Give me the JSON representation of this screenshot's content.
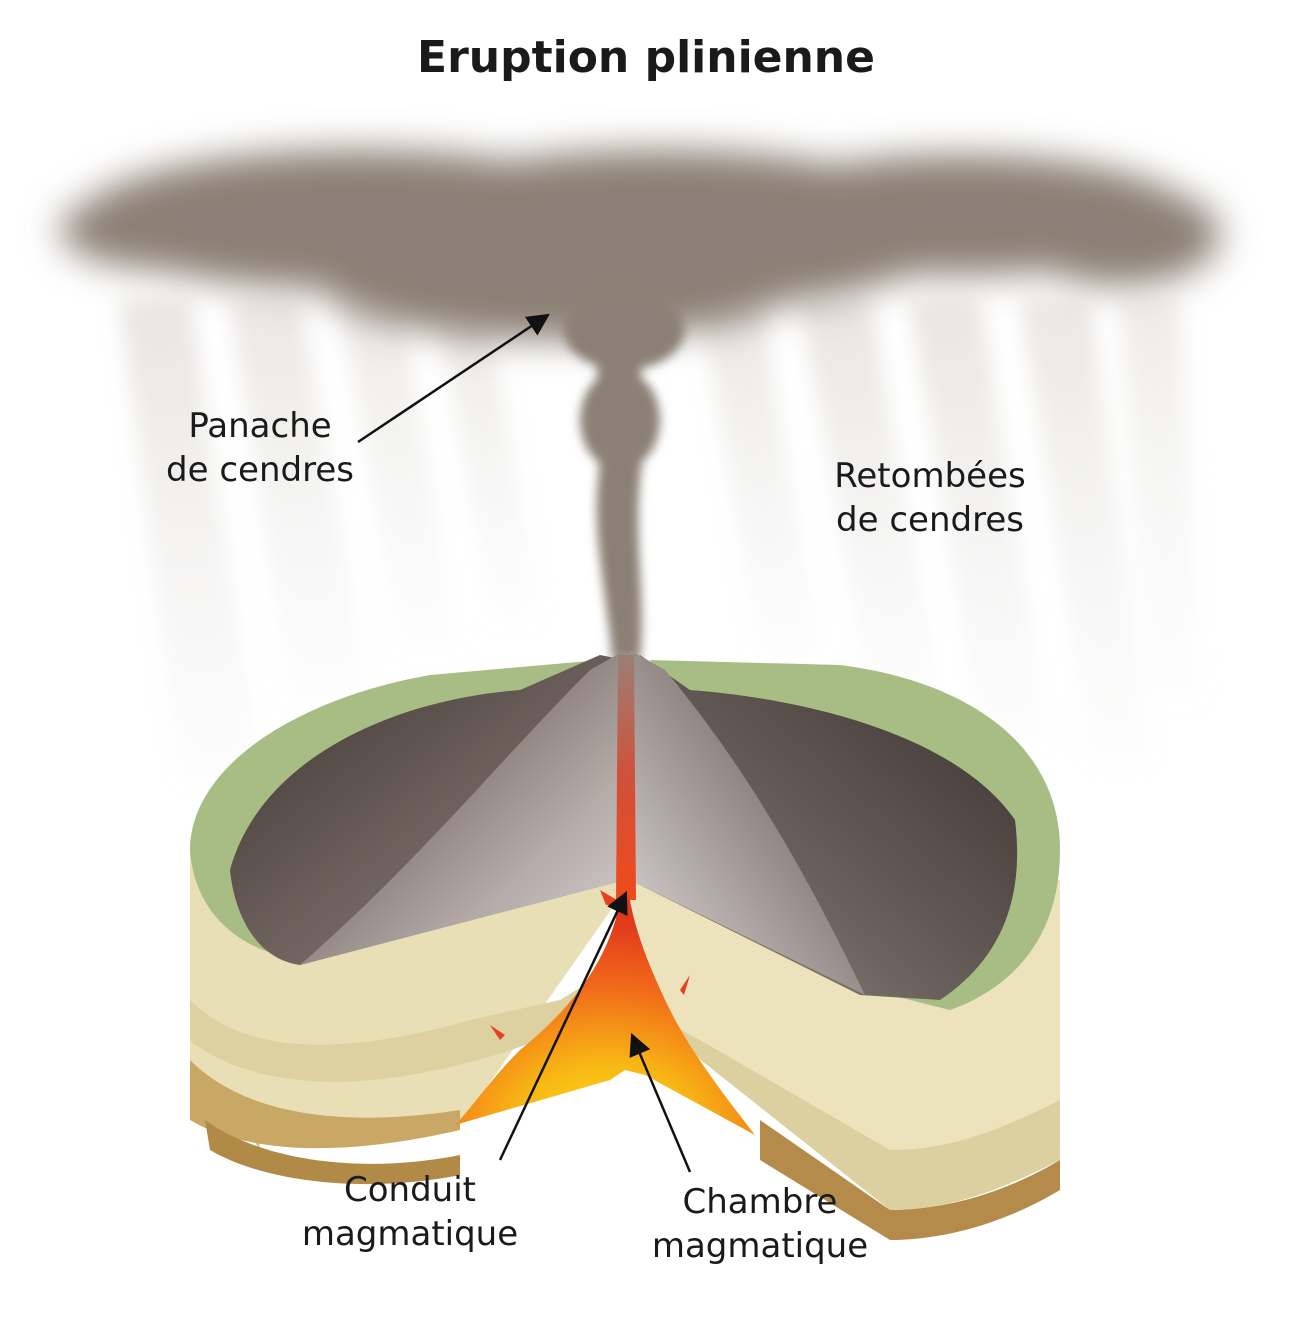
{
  "title": "Eruption plinienne",
  "labels": {
    "plume": {
      "line1": "Panache",
      "line2": "de cendres"
    },
    "fallout": {
      "line1": "Retombées",
      "line2": "de cendres"
    },
    "conduit": {
      "line1": "Conduit",
      "line2": "magmatique"
    },
    "chamber": {
      "line1": "Chambre",
      "line2": "magmatique"
    }
  },
  "colors": {
    "ash": "#8a7f72",
    "grass": "#a9bd83",
    "soil_light": "#efe6c3",
    "soil_mid": "#ddcf9f",
    "soil_dark": "#b89452",
    "cone_dark": "#4a403b",
    "cone_light": "#d6cfcd",
    "magma_red": "#e8401c",
    "magma_orange": "#f39115",
    "magma_yellow": "#fbdb16"
  }
}
